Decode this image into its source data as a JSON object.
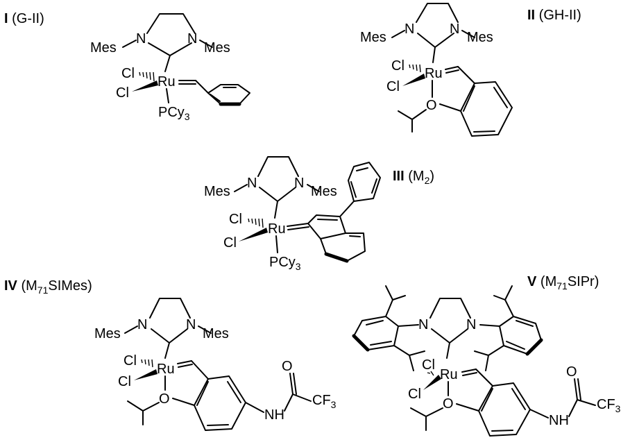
{
  "compounds": [
    {
      "numeral": "I",
      "name": "G-II",
      "atoms": {
        "n1": "N",
        "n2": "N",
        "mes1": "Mes",
        "mes2": "Mes",
        "cl1": "Cl",
        "cl2": "Cl",
        "ru": "Ru",
        "p": "PCy",
        "p_sub": "3"
      }
    },
    {
      "numeral": "II",
      "name": "GH-II",
      "atoms": {
        "n1": "N",
        "n2": "N",
        "mes1": "Mes",
        "mes2": "Mes",
        "cl1": "Cl",
        "cl2": "Cl",
        "ru": "Ru",
        "o": "O"
      }
    },
    {
      "numeral": "III",
      "name_main": "M",
      "name_sub": "2",
      "atoms": {
        "n1": "N",
        "n2": "N",
        "mes1": "Mes",
        "mes2": "Mes",
        "cl1": "Cl",
        "cl2": "Cl",
        "ru": "Ru",
        "p": "PCy",
        "p_sub": "3"
      }
    },
    {
      "numeral": "IV",
      "name_main": "M",
      "name_sub": "71",
      "name_rest": "SIMes",
      "atoms": {
        "n1": "N",
        "n2": "N",
        "mes1": "Mes",
        "mes2": "Mes",
        "cl1": "Cl",
        "cl2": "Cl",
        "ru": "Ru",
        "o": "O",
        "o2": "O",
        "nh": "NH",
        "cf3": "CF",
        "cf3_sub": "3"
      }
    },
    {
      "numeral": "V",
      "name_main": "M",
      "name_sub": "71",
      "name_rest": "SIPr",
      "atoms": {
        "n1": "N",
        "n2": "N",
        "cl1": "Cl",
        "cl2": "Cl",
        "ru": "Ru",
        "o": "O",
        "o2": "O",
        "nh": "NH",
        "cf3": "CF",
        "cf3_sub": "3"
      }
    }
  ],
  "punct": {
    "open": " (",
    "close": ")"
  }
}
